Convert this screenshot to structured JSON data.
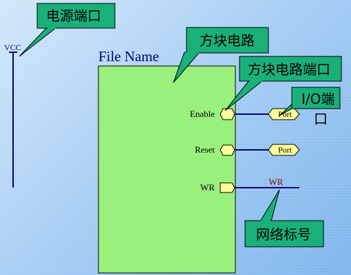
{
  "diagram": {
    "vcc_label": "VCC",
    "file_name": "File Name",
    "ports": [
      {
        "name": "Enable"
      },
      {
        "name": "Reset"
      },
      {
        "name": "WR"
      }
    ],
    "io_port_label": "Port",
    "net_label": "WR",
    "callouts": {
      "power_port": "电源端口",
      "sheet_symbol": "方块电路",
      "sheet_entry": "方块电路端口",
      "io_port_line1": "I/O端",
      "io_port_line2": "口",
      "net_label": "网络标号"
    },
    "colors": {
      "block_fill": "#99f07c",
      "callout_fill": "#19b07a",
      "port_fill": "#ffff99",
      "wire": "#000080",
      "net_label_text": "#8b0000"
    }
  }
}
